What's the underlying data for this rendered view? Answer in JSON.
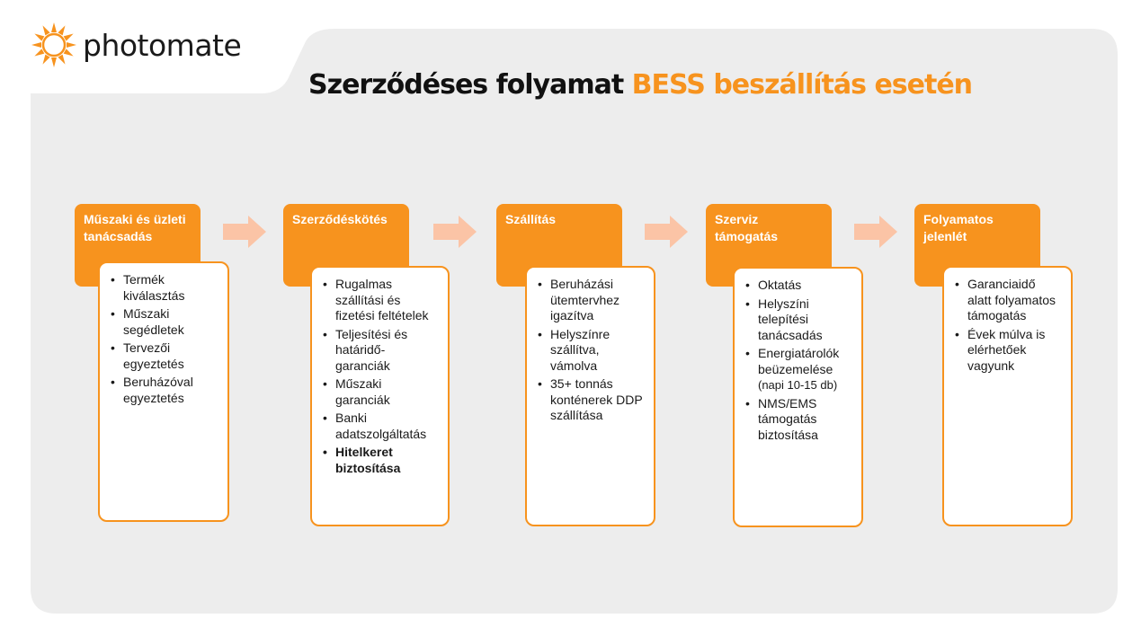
{
  "brand": {
    "name": "photomate",
    "accent_color": "#f7931e",
    "icon": "sun-logo-icon"
  },
  "title": {
    "part1": "Szerződéses folyamat",
    "part2": "BESS beszállítás esetén"
  },
  "colors": {
    "panel": "#ededed",
    "header": "#f7931e",
    "arrow": "#fbc4a6"
  },
  "steps": [
    {
      "title": "Műszaki és üzleti tanácsadás",
      "items": [
        {
          "text": "Termék kiválasztás",
          "bold": false
        },
        {
          "text": "Műszaki segédletek",
          "bold": false
        },
        {
          "text": "Tervezői egyeztetés",
          "bold": false
        },
        {
          "text": "Beruházóval egyeztetés",
          "bold": false
        }
      ]
    },
    {
      "title": "Szerződéskötés",
      "items": [
        {
          "text": "Rugalmas szállítási és fizetési feltételek",
          "bold": false
        },
        {
          "text": "Teljesítési és határidő-garanciák",
          "bold": false
        },
        {
          "text": "Műszaki garanciák",
          "bold": false
        },
        {
          "text": "Banki adatszolgáltatás",
          "bold": false
        },
        {
          "text": "Hitelkeret biztosítása",
          "bold": true
        }
      ]
    },
    {
      "title": "Szállítás",
      "items": [
        {
          "text": "Beruházási ütemtervhez igazítva",
          "bold": false
        },
        {
          "text": "Helyszínre szállítva, vámolva",
          "bold": false
        },
        {
          "text": "35+ tonnás konténerek DDP szállítása",
          "bold": false
        }
      ]
    },
    {
      "title": "Szerviz támogatás",
      "items": [
        {
          "text": "Oktatás",
          "bold": false
        },
        {
          "text": "Helyszíni telepítési tanácsadás",
          "bold": false
        },
        {
          "text": "Energiatárolók beüzemelése",
          "bold": false,
          "note": "(napi 10-15 db)"
        },
        {
          "text": "NMS/EMS támogatás biztosítása",
          "bold": false
        }
      ]
    },
    {
      "title": "Folyamatos jelenlét",
      "items": [
        {
          "text": "Garanciaidő alatt folyamatos támogatás",
          "bold": false
        },
        {
          "text": "Évek múlva is elérhetőek vagyunk",
          "bold": false
        }
      ]
    }
  ]
}
